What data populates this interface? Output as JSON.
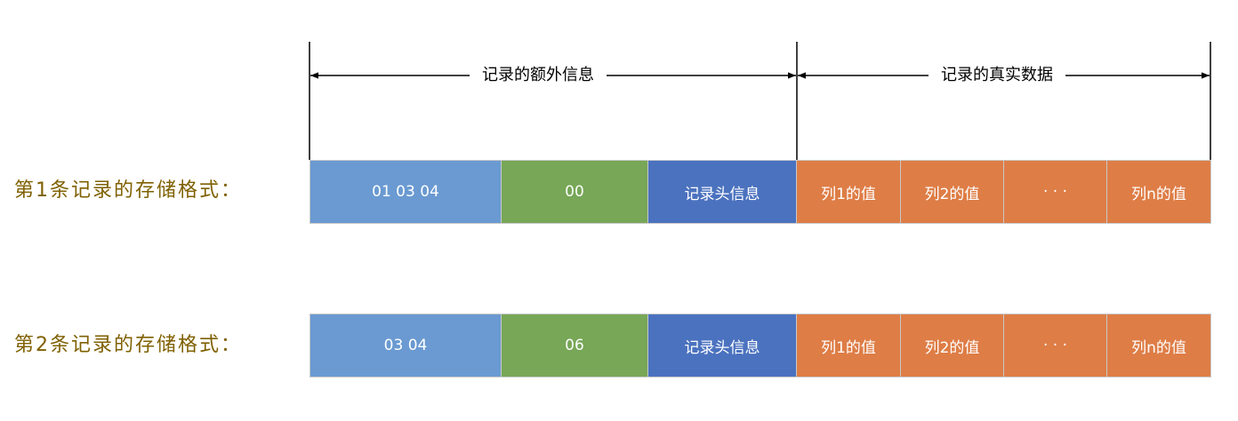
{
  "header": {
    "extra_info_label": "记录的额外信息",
    "real_data_label": "记录的真实数据"
  },
  "rows": [
    {
      "label": "第1条记录的存储格式：",
      "cells": [
        "01 03 04",
        "00",
        "记录头信息",
        "列1的值",
        "列2的值",
        "· · ·",
        "列n的值"
      ]
    },
    {
      "label": "第2条记录的存储格式：",
      "cells": [
        "03 04",
        "06",
        "记录头信息",
        "列1的值",
        "列2的值",
        "· · ·",
        "列n的值"
      ]
    }
  ],
  "colors": {
    "variable_length_list": "#6a9ad1",
    "null_list": "#77a757",
    "record_header": "#4b72bf",
    "column_values": "#de7d46",
    "row_label_text": "#7f6000"
  }
}
